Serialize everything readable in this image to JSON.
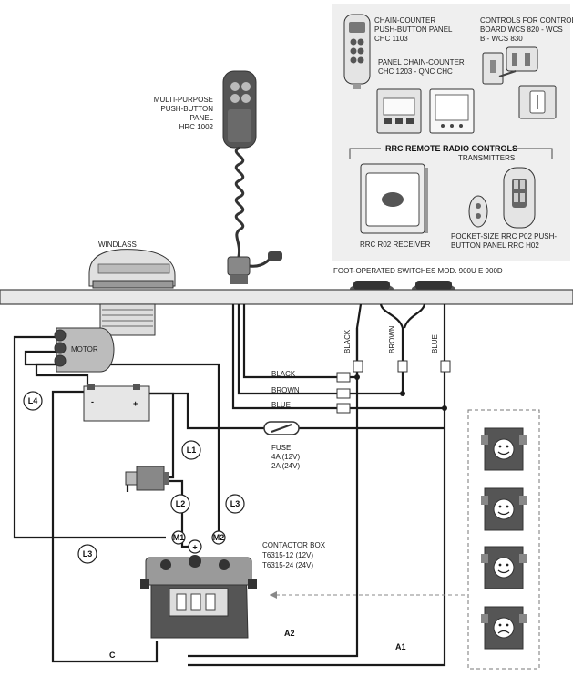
{
  "labels": {
    "chain_counter_panel": [
      "CHAIN-COUNTER",
      "PUSH-BUTTON PANEL",
      "CHC 1103"
    ],
    "controls_board": [
      "CONTROLS FOR CONTROL",
      "BOARD WCS 820 - WCS",
      "B - WCS 830"
    ],
    "panel_chain_counter": [
      "PANEL CHAIN-COUNTER",
      "CHC 1203 - QNC CHC"
    ],
    "rrc_title": "RRC REMOTE RADIO CONTROLS",
    "transmitters": "TRANSMITTERS",
    "receiver": "RRC R02 RECEIVER",
    "pocket": [
      "POCKET-SIZE RRC P02 PUSH-",
      "BUTTON PANEL RRC H02"
    ],
    "multi_panel": [
      "MULTI-PURPOSE",
      "PUSH-BUTTON",
      "PANEL",
      "HRC 1002"
    ],
    "windlass": "WINDLASS",
    "foot_switches": "FOOT-OPERATED SWITCHES MOD. 900U E 900D",
    "motor": "MOTOR",
    "battery_minus": "-",
    "battery_plus": "+",
    "wire_black": "BLACK",
    "wire_brown": "BROWN",
    "wire_blue": "BLUE",
    "fuse": [
      "FUSE",
      "4A (12V)",
      "2A (24V)"
    ],
    "contactor": [
      "CONTACTOR BOX",
      "T6315-12 (12V)",
      "T6315-24 (24V)"
    ],
    "l1": "L1",
    "l2": "L2",
    "l3a": "L3",
    "l3b": "L3",
    "l4": "L4",
    "m1": "M1",
    "m2": "M2",
    "plus": "+",
    "a1": "A1",
    "a2": "A2",
    "c": "C"
  },
  "colors": {
    "panel_bg": "#efefef",
    "deck": "#e8e8e8",
    "device_light": "#e6e6e6",
    "device_mid": "#bcbcbc",
    "device_dark": "#555555",
    "wire": "#1a1a1a"
  },
  "icons": [
    "smile-icon",
    "smile-icon",
    "smile-icon",
    "frown-icon"
  ]
}
